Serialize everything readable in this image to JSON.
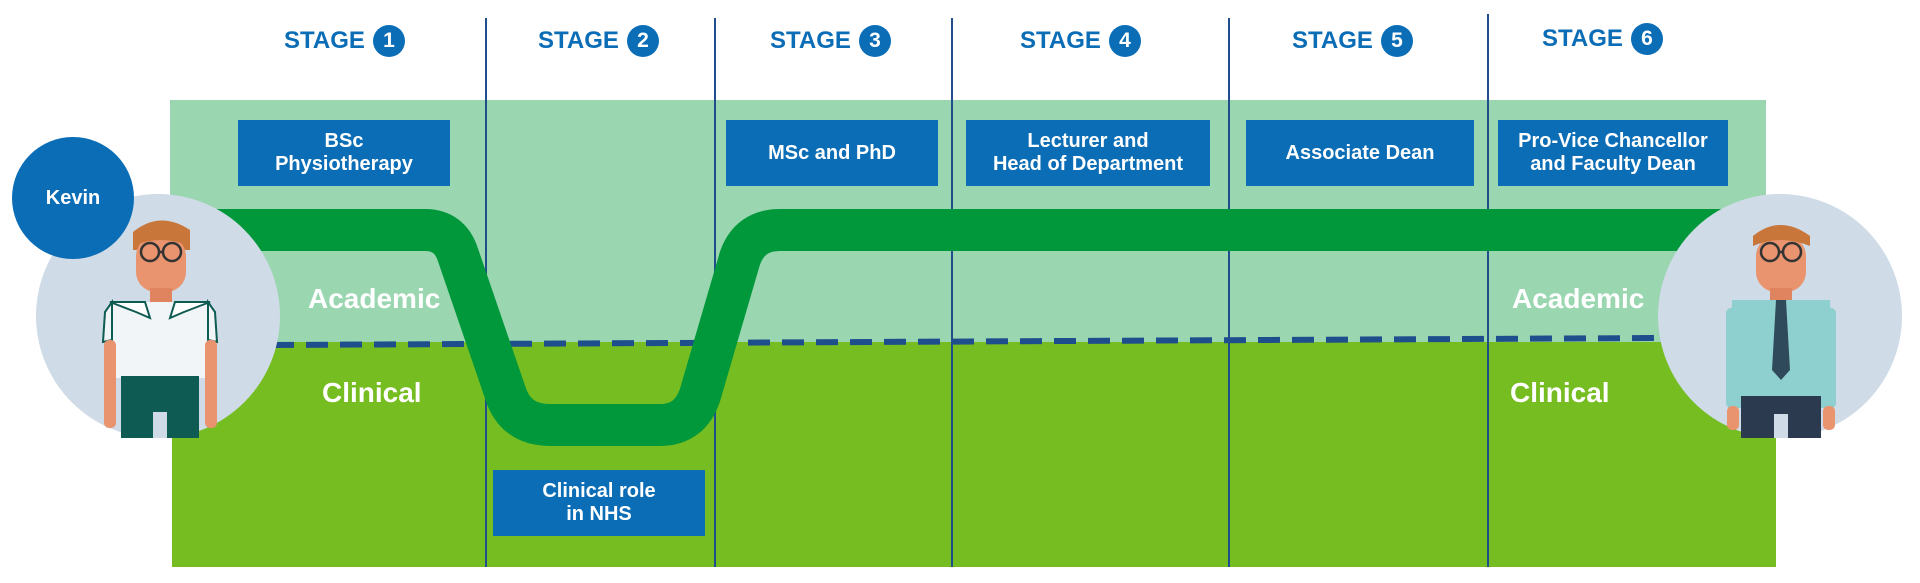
{
  "stages": [
    {
      "label": "STAGE",
      "number": "1"
    },
    {
      "label": "STAGE",
      "number": "2"
    },
    {
      "label": "STAGE",
      "number": "3"
    },
    {
      "label": "STAGE",
      "number": "4"
    },
    {
      "label": "STAGE",
      "number": "5"
    },
    {
      "label": "STAGE",
      "number": "6"
    }
  ],
  "roles": {
    "bsc": [
      "BSc",
      "Physiotherapy"
    ],
    "nhs": [
      "Clinical role",
      "in NHS"
    ],
    "msc": "MSc and PhD",
    "lecturer": [
      "Lecturer and",
      "Head of Department"
    ],
    "associate": "Associate Dean",
    "pvc": [
      "Pro-Vice Chancellor",
      "and Faculty Dean"
    ]
  },
  "lanes": {
    "academic": "Academic",
    "clinical": "Clinical"
  },
  "person": {
    "name": "Kevin"
  },
  "colors": {
    "brand_blue": "#0b6db6",
    "academic_lane": "#9ad6b0",
    "clinical_lane": "#76bd22",
    "career_path": "#00983a",
    "divider": "#1e4e8c"
  }
}
